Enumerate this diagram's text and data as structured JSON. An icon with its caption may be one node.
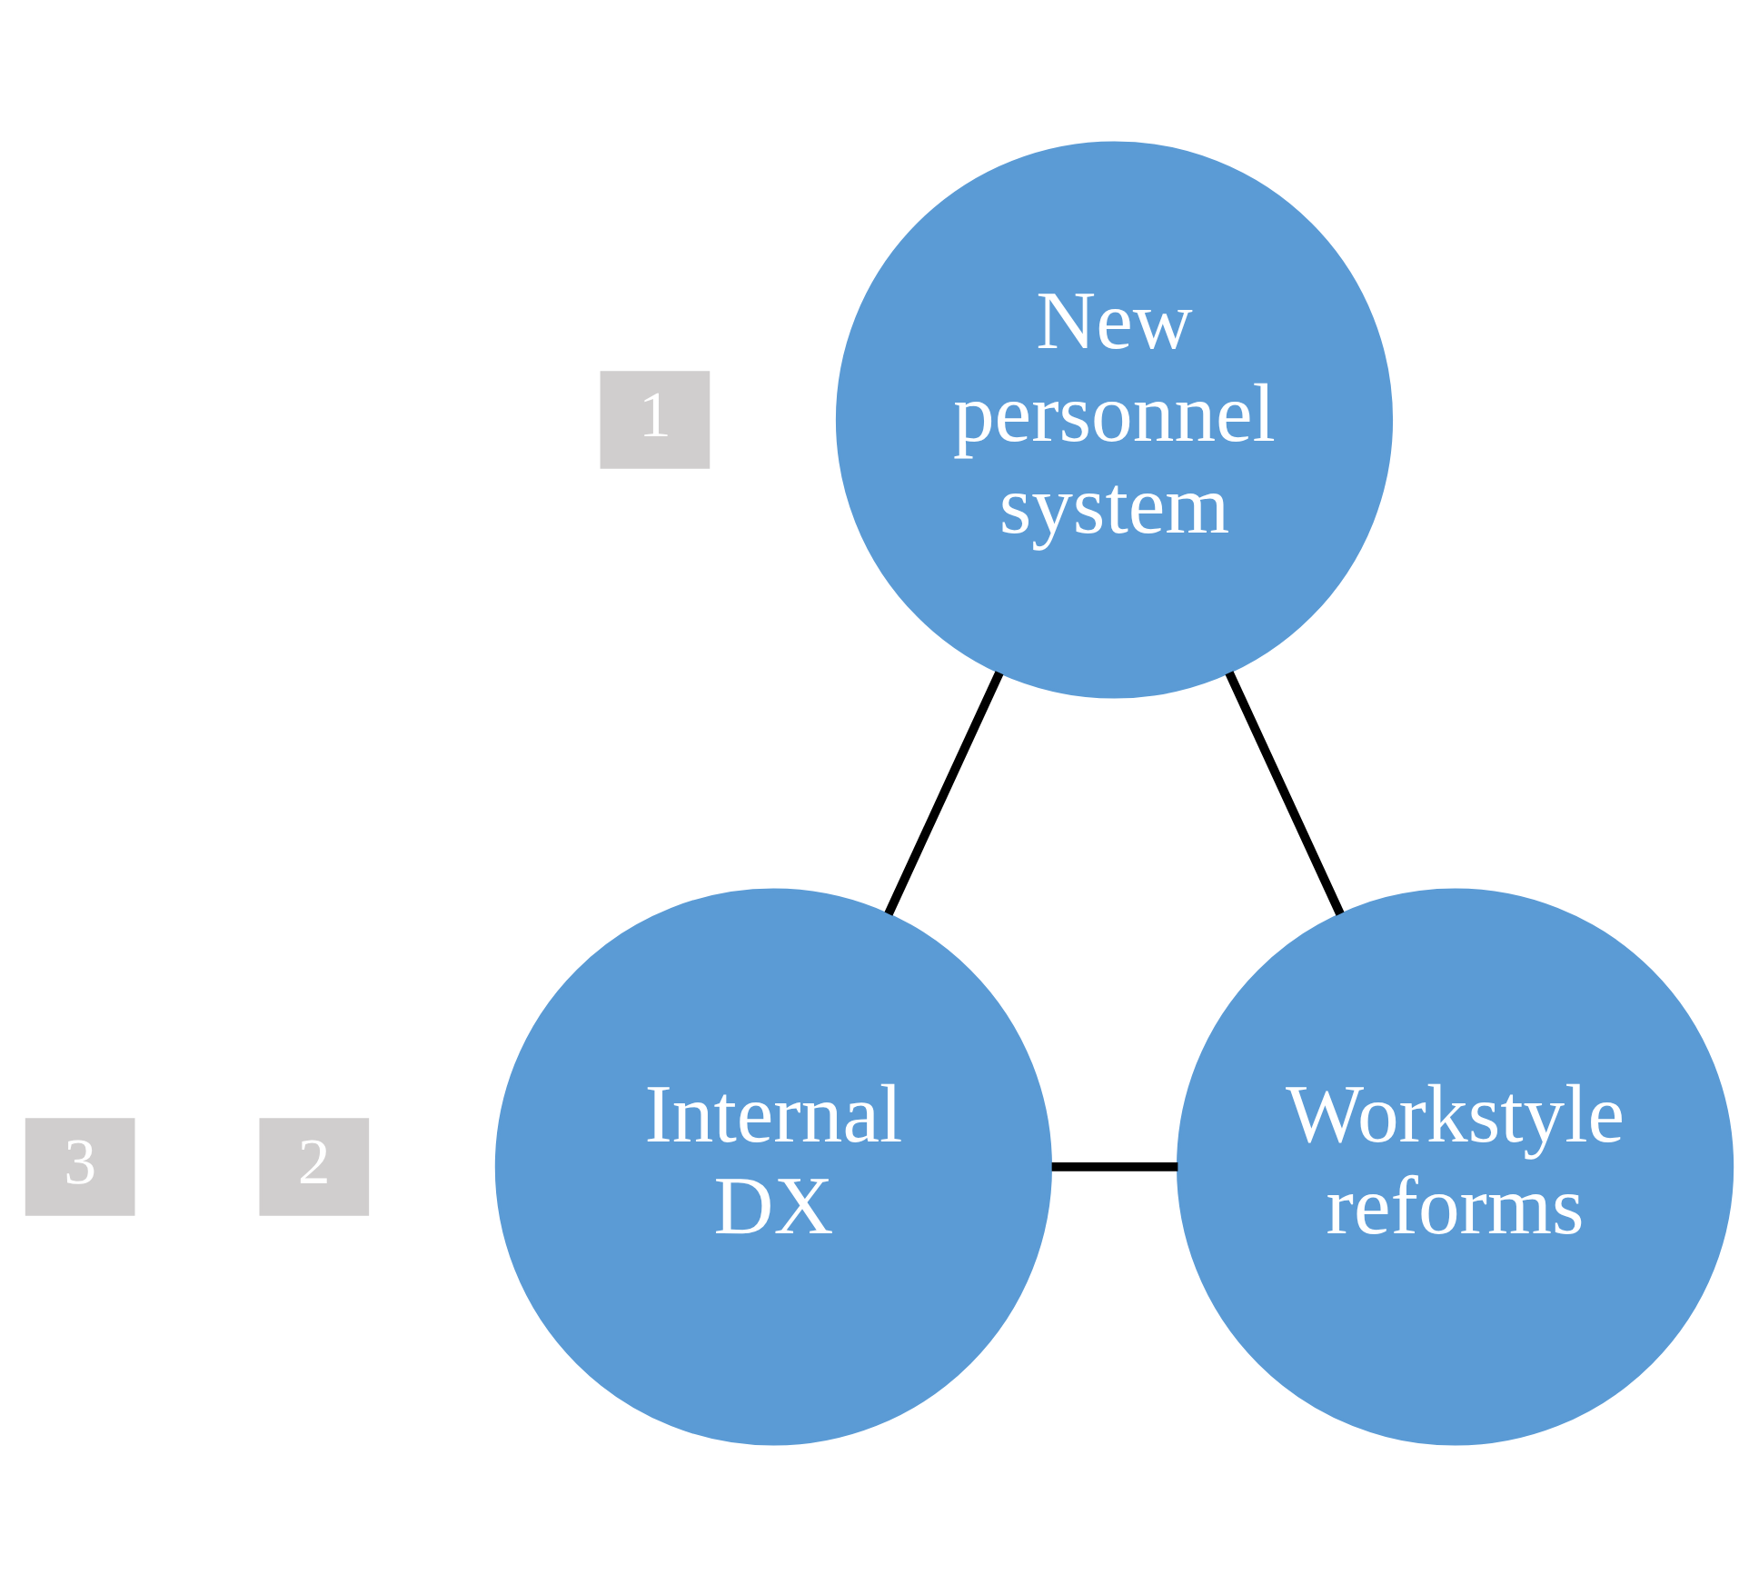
{
  "diagram": {
    "nodes": [
      {
        "text": [
          "1"
        ]
      },
      {
        "text": [
          "New personnel system"
        ]
      },
      {
        "text": [
          "2"
        ]
      },
      {
        "text": [
          "Internal DX"
        ]
      },
      {
        "text": [
          "3"
        ]
      },
      {
        "text": [
          "Workstyle reforms"
        ]
      }
    ],
    "edges": [
      {
        "from": 1,
        "to": 3,
        "arrow": "none"
      },
      {
        "from": 1,
        "to": 5,
        "arrow": "none"
      },
      {
        "from": 3,
        "to": 5,
        "arrow": "none"
      }
    ]
  }
}
